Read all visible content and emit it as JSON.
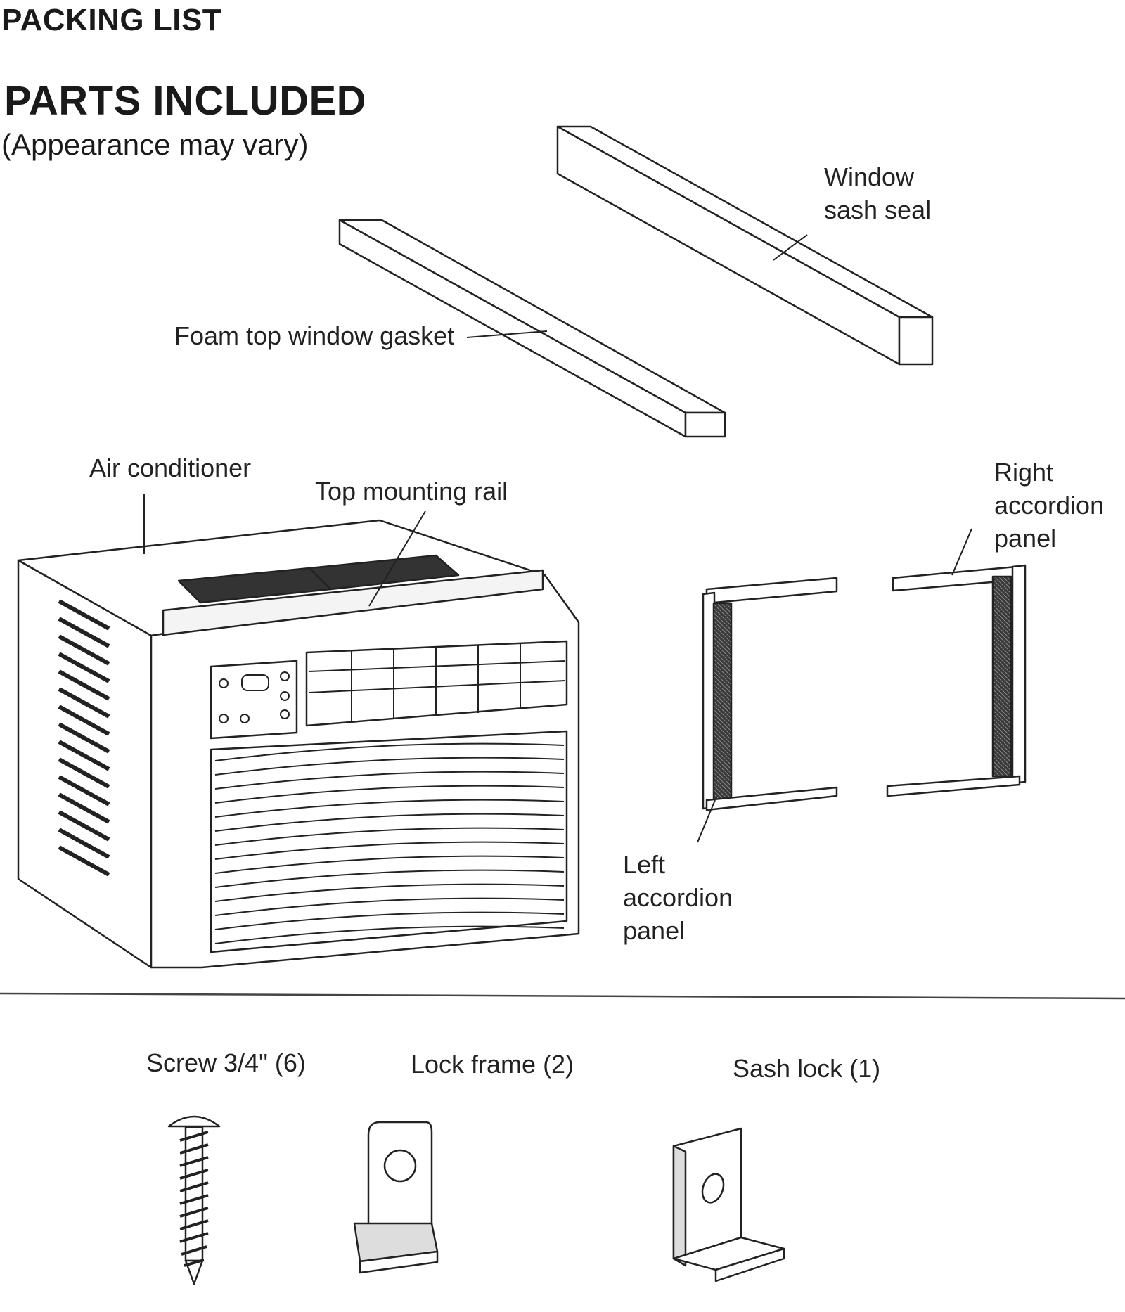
{
  "header": {
    "title": "PACKING LIST",
    "subtitle": "PARTS INCLUDED",
    "note": "(Appearance may vary)"
  },
  "labels": {
    "window_sash_seal": [
      "Window",
      "sash seal"
    ],
    "foam_gasket": "Foam top window gasket",
    "air_conditioner": "Air conditioner",
    "top_mounting_rail": "Top mounting rail",
    "right_accordion_panel": [
      "Right",
      "accordion",
      "panel"
    ],
    "left_accordion_panel": [
      "Left",
      "accordion",
      "panel"
    ],
    "screw": "Screw 3/4\" (6)",
    "lock_frame": "Lock frame (2)",
    "sash_lock": "Sash lock (1)"
  },
  "icons": {
    "window_sash_seal": "foam-bar-icon",
    "foam_gasket": "foam-bar-icon",
    "air_conditioner": "window-air-conditioner-icon",
    "top_mounting_rail": "rail-icon",
    "accordion_panels": "accordion-panel-icon",
    "screw": "screw-icon",
    "lock_frame": "lock-frame-bracket-icon",
    "sash_lock": "l-bracket-icon"
  }
}
